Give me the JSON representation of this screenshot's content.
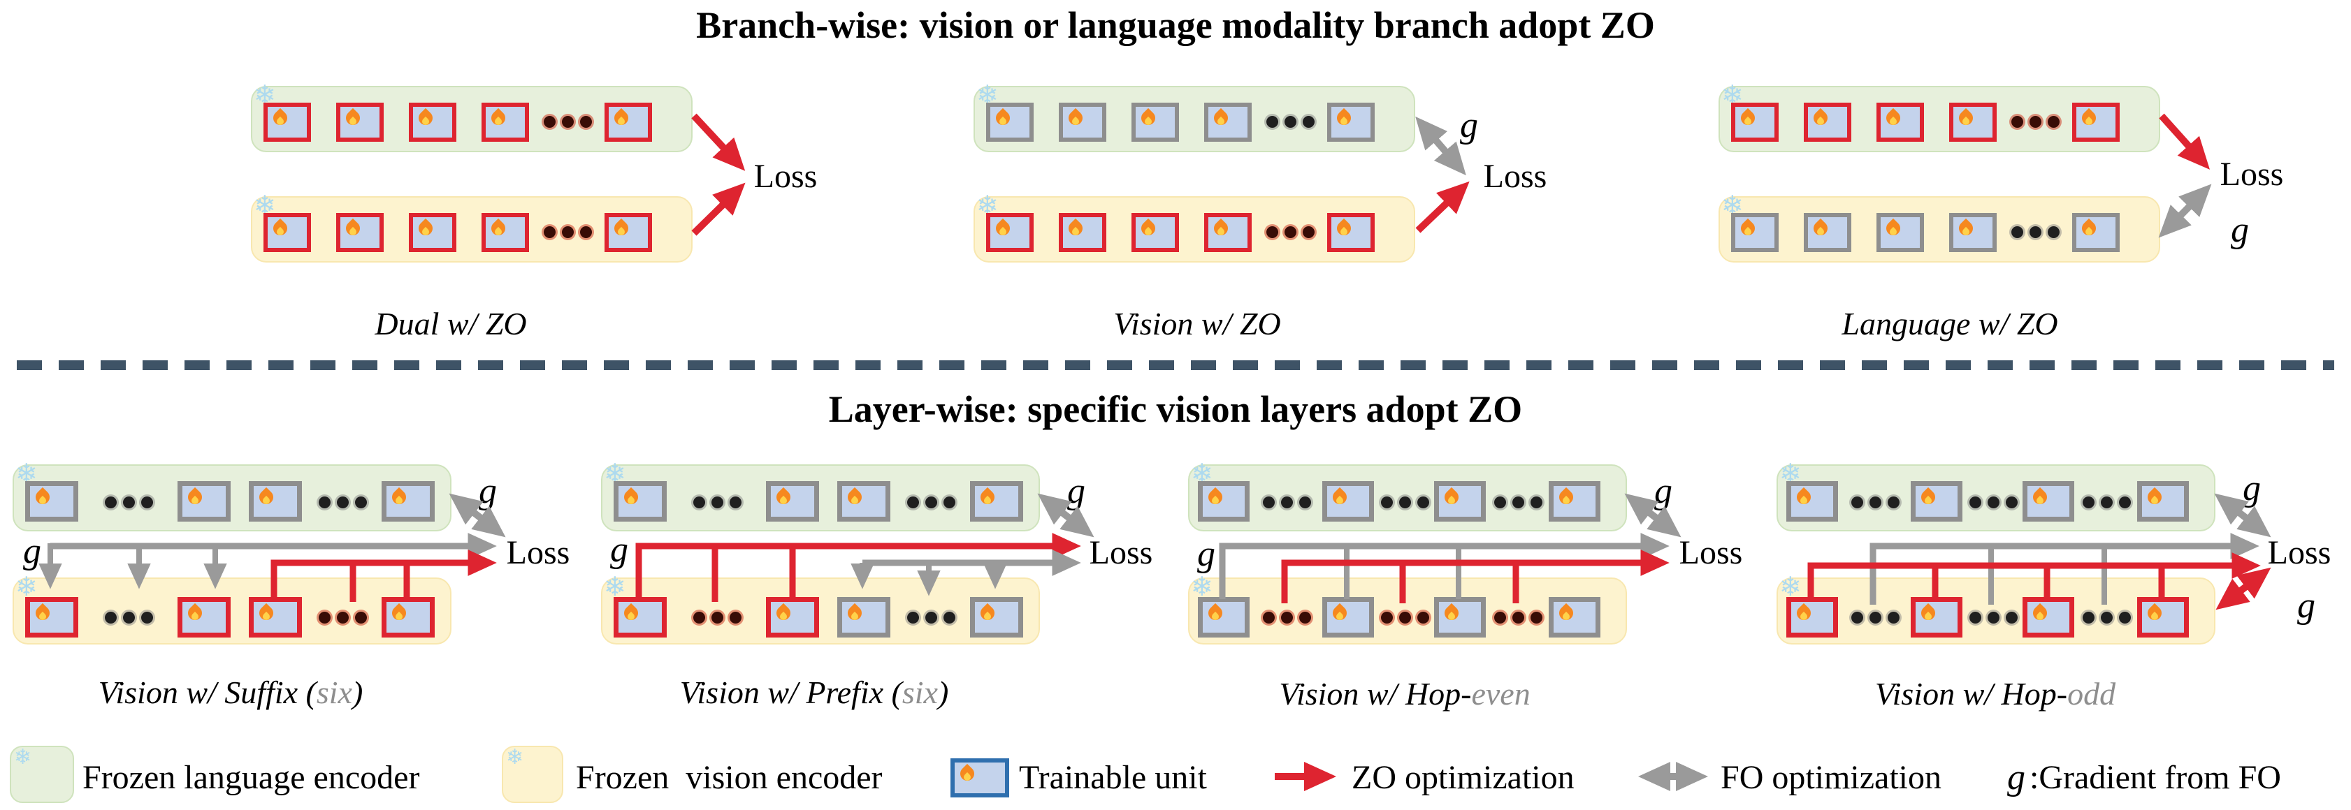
{
  "titles": {
    "branch": "Branch-wise: vision or language modality branch adopt ZO",
    "layer": "Layer-wise: specific vision layers adopt ZO"
  },
  "labels": {
    "loss": "Loss",
    "g": "g"
  },
  "branch_diagrams": [
    {
      "caption": "Dual w/ ZO"
    },
    {
      "caption": "Vision w/ ZO"
    },
    {
      "caption": "Language w/ ZO"
    }
  ],
  "layer_diagrams": [
    {
      "caption_main": "Vision w/ Suffix (",
      "caption_accent": "six",
      "caption_end": ")"
    },
    {
      "caption_main": "Vision w/ Prefix (",
      "caption_accent": "six",
      "caption_end": ")"
    },
    {
      "caption_main": "Vision w/ Hop-",
      "caption_accent": "even",
      "caption_end": ""
    },
    {
      "caption_main": "Vision w/ Hop-",
      "caption_accent": "odd",
      "caption_end": ""
    }
  ],
  "legend": {
    "frozen_language": "Frozen language encoder",
    "frozen_vision": "Frozen  vision encoder",
    "trainable": "Trainable unit",
    "zo": "ZO optimization",
    "fo": "FO optimization",
    "g_symbol": "g",
    "g_desc": ":Gradient from FO"
  },
  "icons": [
    "snowflake-icon",
    "flame-icon",
    "zo-arrow-icon",
    "fo-double-arrow-icon",
    "ellipsis-dots-icon"
  ],
  "colors": {
    "zo_red": "#de2430",
    "fo_gray": "#8e8e8e",
    "frozen_language_fill": "#e7f0dc",
    "frozen_vision_fill": "#fdf3cf",
    "unit_fill": "#c4d3ec",
    "trainable_border": "#2f6fae",
    "divider": "#3e5366",
    "accent_text": "#8e8e8e",
    "snowflake_blue": "#addaef"
  }
}
